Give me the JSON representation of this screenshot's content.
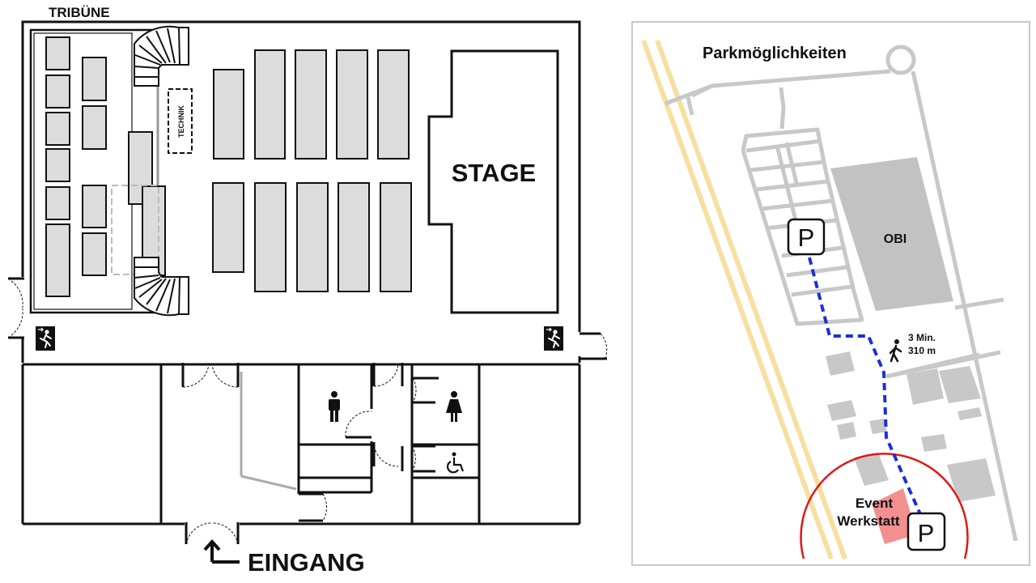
{
  "floorplan": {
    "tribune_label": "TRIBÜNE",
    "technik_label": "TECHNIK",
    "stage_label": "STAGE",
    "entrance_label": "EINGANG",
    "icons": [
      "emergency-exit-icon",
      "male-restroom-icon",
      "female-restroom-icon",
      "wheelchair-icon",
      "arrow-up-icon"
    ]
  },
  "parking_map": {
    "title": "Parkmöglichkeiten",
    "store_label": "OBI",
    "walk_time": "3 Min.",
    "walk_distance": "310 m",
    "venue_line1": "Event",
    "venue_line2": "Werkstatt",
    "parking_symbol": "P",
    "colors": {
      "route": "#1c2fd6",
      "radius": "#e01818",
      "venue": "#f29090",
      "rail": "#f6dfa0",
      "roads": "#c8c8c8",
      "building": "#c2c2c2"
    }
  }
}
